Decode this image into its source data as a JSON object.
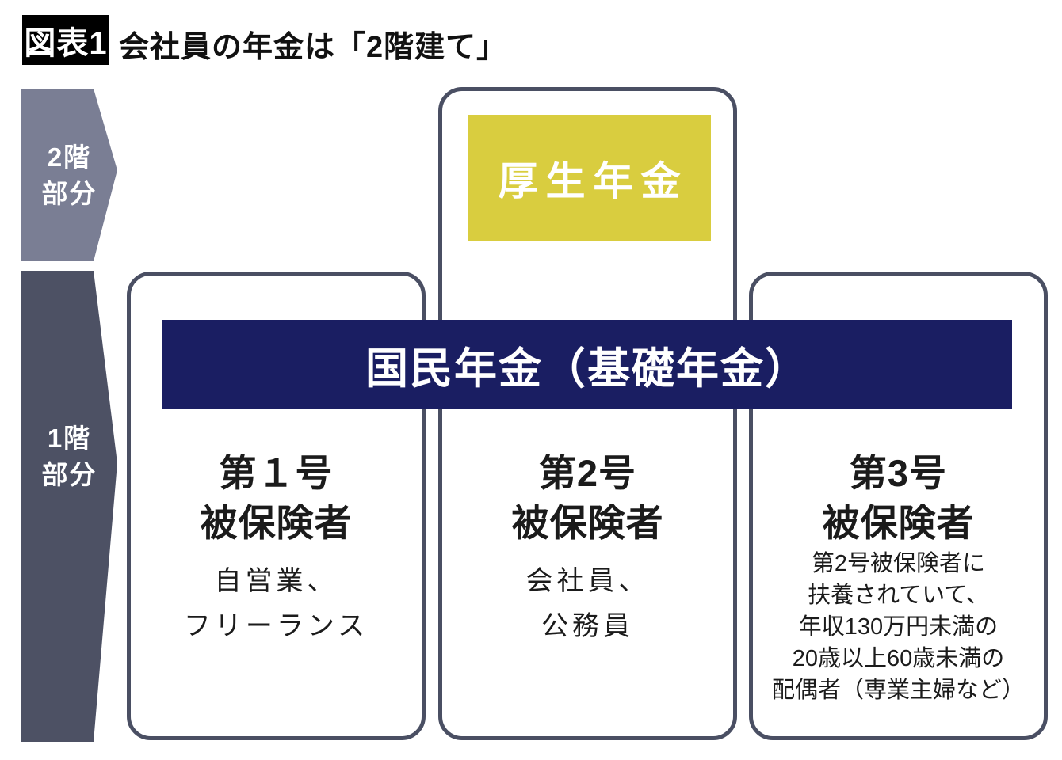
{
  "figure": {
    "badge": "図表1",
    "title": "会社員の年金は「2階建て」"
  },
  "floors": {
    "second": {
      "lines": [
        "2階",
        "部分"
      ]
    },
    "first": {
      "lines": [
        "1階",
        "部分"
      ]
    }
  },
  "tiers": {
    "kosei_nenkin": "厚生年金",
    "kokumin_nenkin": "国民年金（基礎年金）"
  },
  "cards": [
    {
      "heading": [
        "第１号",
        "被保険者"
      ],
      "desc": [
        "自営業、",
        "フリーランス"
      ]
    },
    {
      "heading": [
        "第2号",
        "被保険者"
      ],
      "desc": [
        "会社員、",
        "公務員"
      ]
    },
    {
      "heading": [
        "第3号",
        "被保険者"
      ],
      "desc": [
        "第2号被保険者に",
        "扶養されていて、",
        "年収130万円未満の",
        "20歳以上60歳未満の",
        "配偶者（専業主婦など）"
      ]
    }
  ],
  "colors": {
    "floor2_arrow": "#7a7e94",
    "floor1_arrow": "#4d5164",
    "card_border": "#4a4f63",
    "kokumin_band": "#1a1e62",
    "kosei_box": "#d9cd3f",
    "badge_bg": "#000000",
    "text": "#1b1b1b",
    "white": "#ffffff"
  }
}
